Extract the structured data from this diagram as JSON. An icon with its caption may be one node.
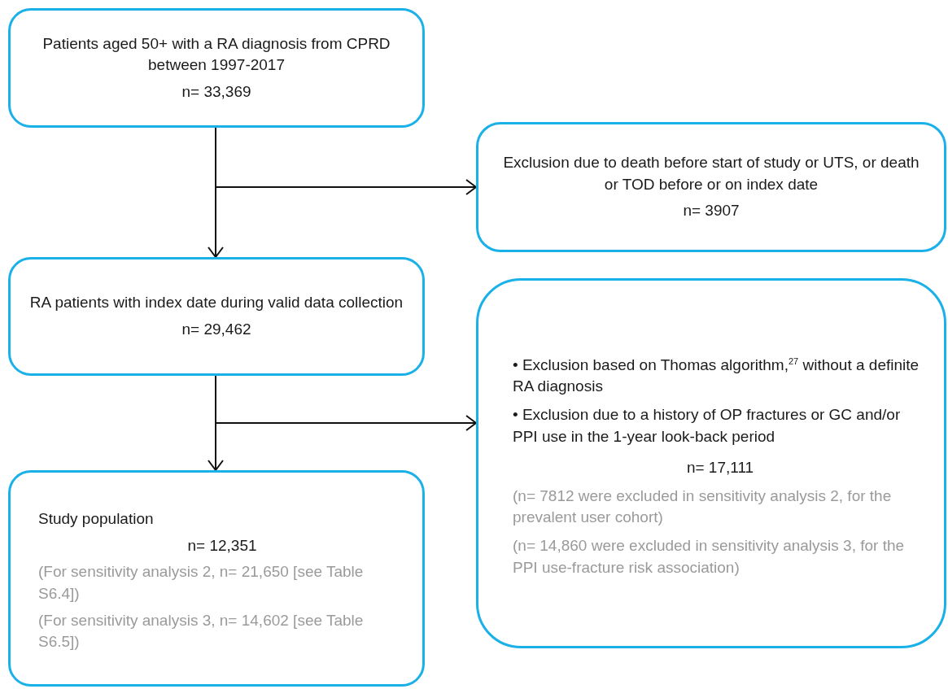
{
  "diagram": {
    "nodes": [
      {
        "text": [
          "Patients aged 50+ with a RA diagnosis from CPRD between 1997-2017",
          "n= 33,369"
        ]
      },
      {
        "text": [
          "Exclusion due to death before start of study or UTS, or death or TOD before or on index date",
          "n= 3907"
        ]
      },
      {
        "text": [
          "RA patients with index date during valid data collection",
          "n= 29,462"
        ]
      },
      {
        "text": [
          "• Exclusion based on Thomas algorithm,$^{27}$ without a definite RA diagnosis",
          "• Exclusion due to a history of OP fractures or GC and/or PPI use in the 1-year look-back period",
          "n= 17,111",
          "(n= 7812 were excluded in sensitivity analysis 2, for the prevalent user cohort)",
          "(n= 14,860 were excluded in sensitivity analysis 3, for the PPI use-fracture risk association)"
        ]
      },
      {
        "text": [
          "Study population",
          "n= 12,351",
          "(For sensitivity analysis 2, n= 21,650 [see Table S6.4])",
          "(For sensitivity analysis 3, n= 14,602 [see Table S6.5])"
        ]
      }
    ],
    "edges": [
      {
        "from": 0,
        "to": 2,
        "arrow": "to"
      },
      {
        "from": 0,
        "to": 1,
        "arrow": "to"
      },
      {
        "from": 2,
        "to": 4,
        "arrow": "to"
      },
      {
        "from": 2,
        "to": 3,
        "arrow": "to"
      }
    ]
  }
}
